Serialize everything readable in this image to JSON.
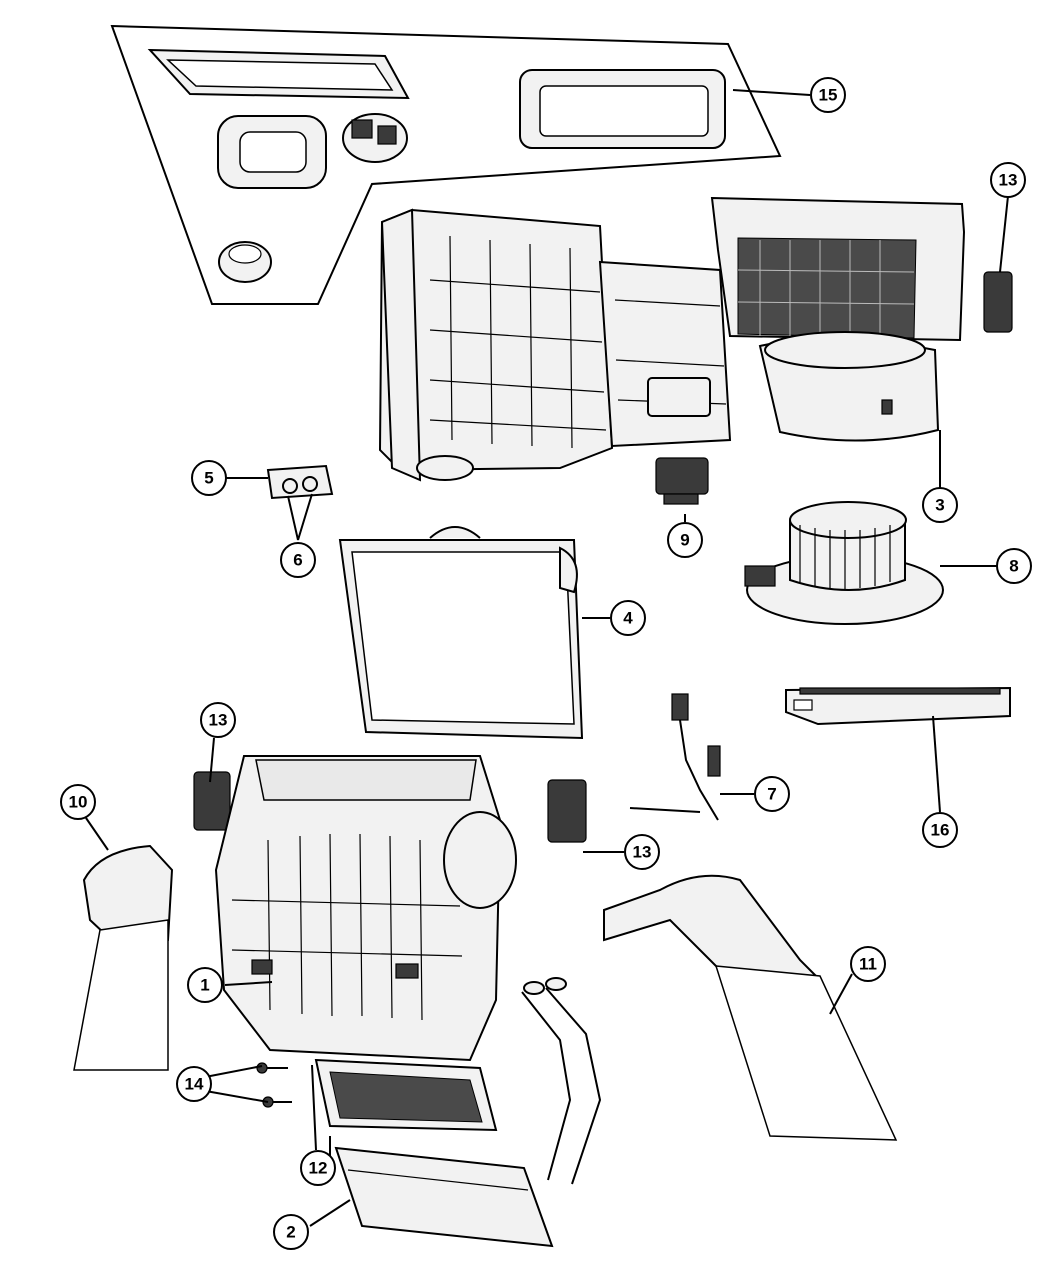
{
  "callouts": [
    {
      "number": "1"
    },
    {
      "number": "2"
    },
    {
      "number": "3"
    },
    {
      "number": "4"
    },
    {
      "number": "5"
    },
    {
      "number": "6"
    },
    {
      "number": "7"
    },
    {
      "number": "8"
    },
    {
      "number": "9"
    },
    {
      "number": "10"
    },
    {
      "number": "11"
    },
    {
      "number": "12"
    },
    {
      "number": "13"
    },
    {
      "number": "13"
    },
    {
      "number": "13"
    },
    {
      "number": "14"
    },
    {
      "number": "15"
    },
    {
      "number": "16"
    }
  ]
}
